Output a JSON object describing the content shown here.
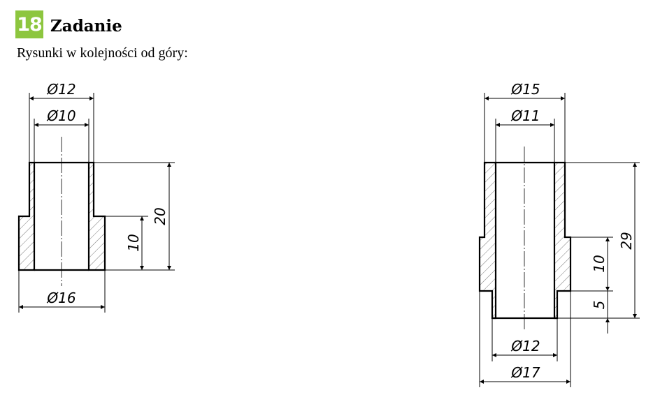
{
  "header": {
    "number": "18",
    "title": "Zadanie",
    "subtitle": "Rysunki w kolejności od góry:"
  },
  "drawing_1": {
    "outer_top": "Ø12",
    "bore": "Ø10",
    "outer_bottom": "Ø16",
    "height_total": "20",
    "height_step": "10"
  },
  "drawing_2": {
    "outer_top": "Ø15",
    "bore": "Ø11",
    "bottom_small": "Ø12",
    "outer_wide": "Ø17",
    "height_total": "29",
    "height_mid": "10",
    "height_bottom": "5"
  },
  "colors": {
    "badge": "#8dc63f"
  }
}
